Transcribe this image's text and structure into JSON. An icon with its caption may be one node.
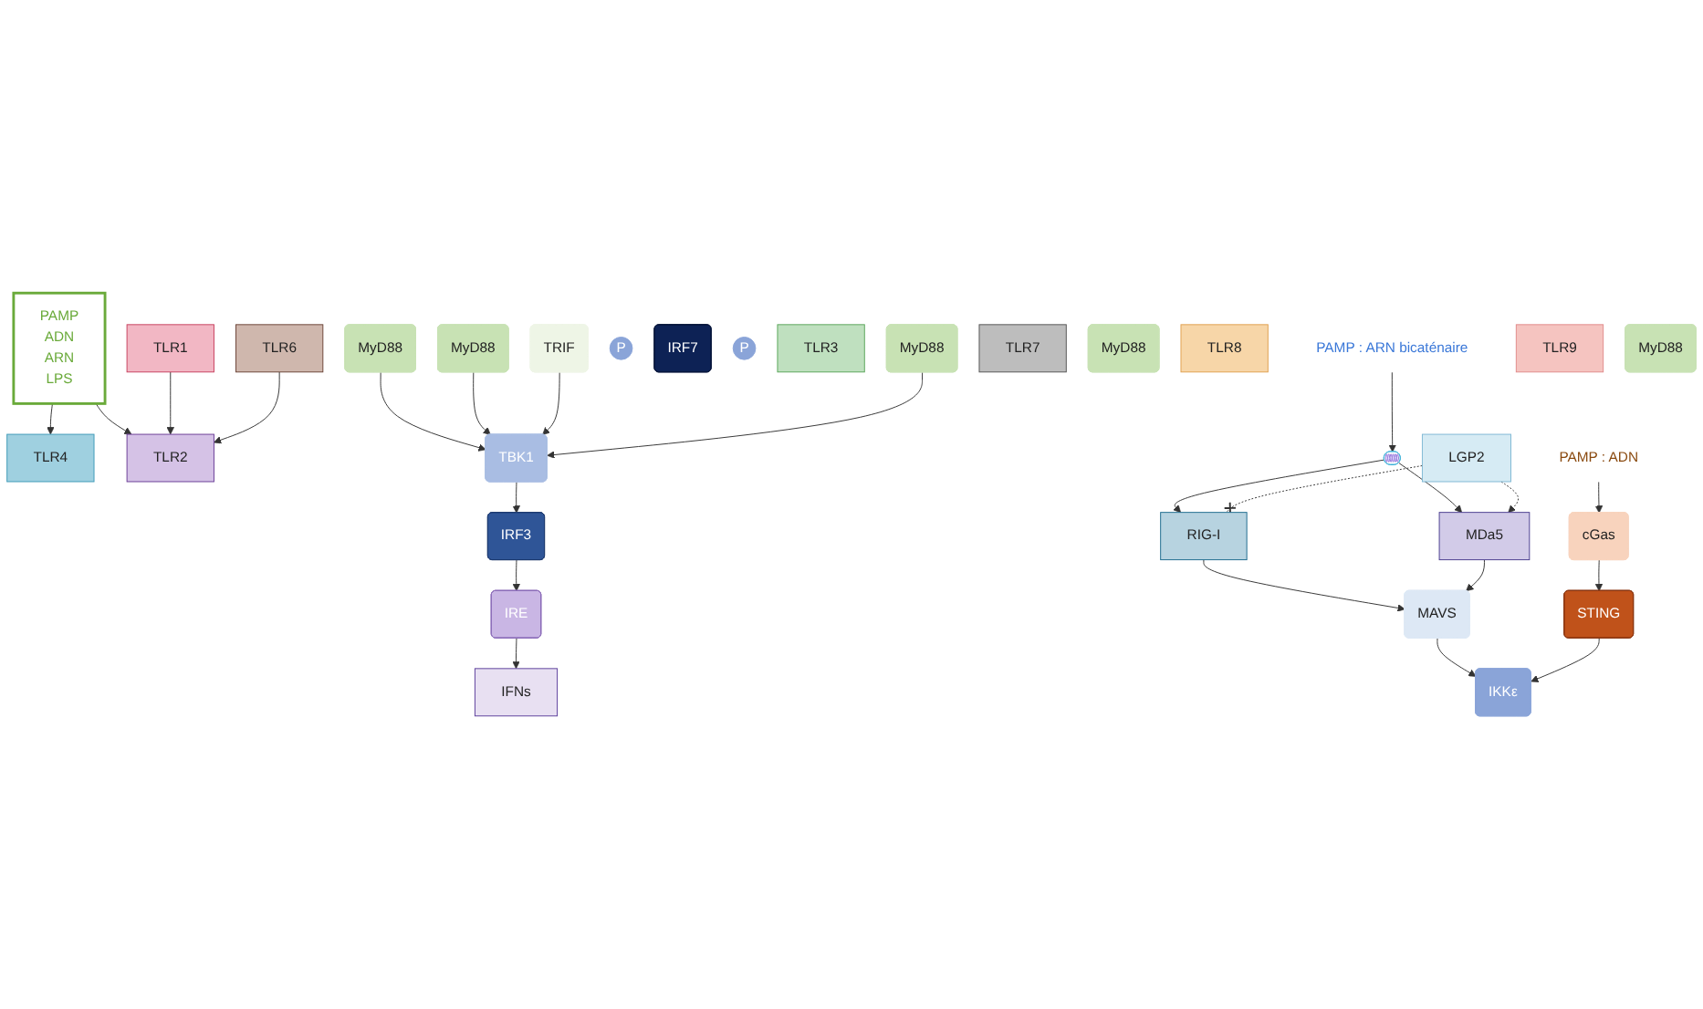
{
  "diagram": {
    "nodes": [
      {
        "text": [
          "PAMP",
          "ADN",
          "ARN",
          "LPS"
        ]
      },
      {
        "text": [
          "TLR4"
        ]
      },
      {
        "text": [
          "TLR1"
        ]
      },
      {
        "text": [
          "TLR2"
        ]
      },
      {
        "text": [
          "TLR6"
        ]
      },
      {
        "text": [
          "MyD88"
        ]
      },
      {
        "text": [
          "MyD88"
        ]
      },
      {
        "text": [
          "PAMP : ARN bicaténaire"
        ]
      },
      {
        "text": [],
        "shape": "picture"
      },
      {
        "text": [
          "RIG-I"
        ]
      },
      {
        "text": [
          "LGP2"
        ]
      },
      {
        "text": [
          "MDa5"
        ]
      },
      {
        "text": [
          "MAVS"
        ]
      },
      {
        "text": [
          "PAMP : ADN"
        ]
      },
      {
        "text": [
          "cGas"
        ]
      },
      {
        "text": [
          "STING"
        ]
      },
      {
        "text": [
          "TBK1"
        ]
      },
      {
        "text": [
          "IKKε"
        ]
      },
      {
        "text": [
          "P"
        ]
      },
      {
        "text": [
          "IRF3"
        ]
      },
      {
        "text": [
          "IRF7"
        ]
      },
      {
        "text": [
          "P"
        ]
      },
      {
        "text": [
          "TLR3"
        ]
      },
      {
        "text": [
          "TRIF"
        ]
      },
      {
        "text": [
          "TLR7"
        ]
      },
      {
        "text": [
          "MyD88"
        ]
      },
      {
        "text": [
          "TLR8"
        ]
      },
      {
        "text": [
          "MyD88"
        ]
      },
      {
        "text": [
          "TLR9"
        ]
      },
      {
        "text": [
          "MyD88"
        ]
      },
      {
        "text": [
          "IRE"
        ]
      },
      {
        "text": [
          "IFNs"
        ]
      }
    ],
    "edges": [
      {
        "from": 0,
        "to": 1,
        "arrow": "to"
      },
      {
        "from": 0,
        "to": 3,
        "arrow": "to"
      },
      {
        "from": 2,
        "to": 3,
        "arrow": "to"
      },
      {
        "from": 4,
        "to": 3,
        "arrow": "to"
      },
      {
        "from": 6,
        "to": 16,
        "arrow": "to"
      },
      {
        "from": 5,
        "to": 16,
        "arrow": "to"
      },
      {
        "from": 7,
        "to": 8,
        "arrow": "to"
      },
      {
        "from": 8,
        "to": 9,
        "arrow": "to"
      },
      {
        "from": 8,
        "to": 11,
        "arrow": "to"
      },
      {
        "from": 10,
        "to": 9,
        "arrow": "other",
        "style": "dashed"
      },
      {
        "from": 10,
        "to": 11,
        "arrow": "to",
        "style": "dashed"
      },
      {
        "from": 9,
        "to": 12,
        "arrow": "to"
      },
      {
        "from": 11,
        "to": 12,
        "arrow": "to"
      },
      {
        "from": 12,
        "to": 17,
        "arrow": "to"
      },
      {
        "from": 13,
        "to": 14,
        "arrow": "to"
      },
      {
        "from": 14,
        "to": 15,
        "arrow": "to"
      },
      {
        "from": 15,
        "to": 17,
        "arrow": "to"
      },
      {
        "from": 23,
        "to": 16,
        "arrow": "to"
      },
      {
        "from": 27,
        "to": 16,
        "arrow": "to"
      },
      {
        "from": 16,
        "to": 19,
        "arrow": "to"
      },
      {
        "from": 19,
        "to": 30,
        "arrow": "to"
      },
      {
        "from": 30,
        "to": 31,
        "arrow": "to"
      }
    ]
  }
}
